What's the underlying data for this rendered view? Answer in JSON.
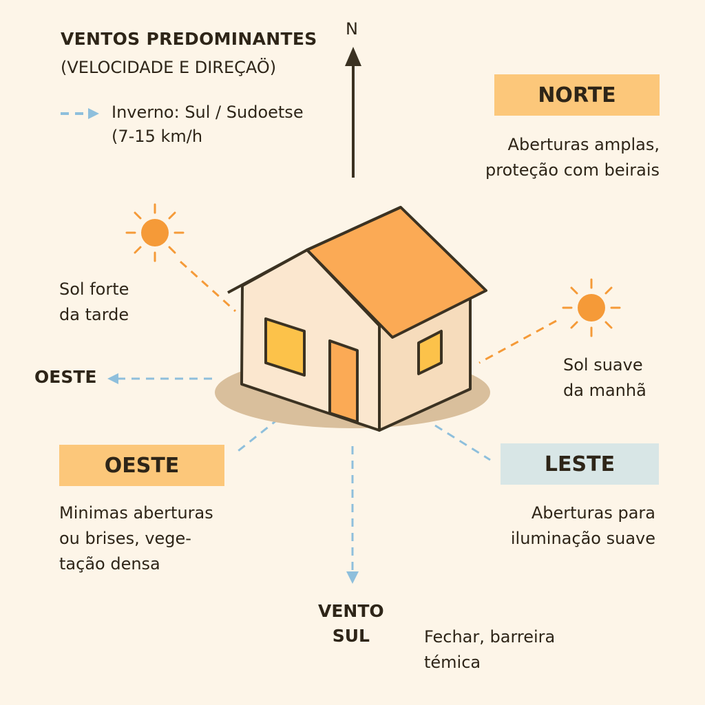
{
  "title": "VENTOS PREDOMINANTES",
  "subtitle": "(VELOCIDADE E DIREÇAÖ)",
  "legend": {
    "line1": "Inverno: Sul / Sudoetse",
    "line2": "(7-15 km/h",
    "arrow_icon": "dashed-arrow-icon"
  },
  "compass": {
    "north_label": "N"
  },
  "norte": {
    "label": "NORTE",
    "line1": "Aberturas amplas,",
    "line2": "proteção com beirais"
  },
  "sun_west": {
    "line1": "Sol forte",
    "line2": "da tarde"
  },
  "sun_east": {
    "line1": "Sol suave",
    "line2": "da manhã"
  },
  "oeste_arrow_label": "OESTE",
  "oeste": {
    "label": "OESTE",
    "line1": "Minimas aberturas",
    "line2": "ou brises, vege-",
    "line3": "tação densa"
  },
  "leste": {
    "label": "LESTE",
    "line1": "Aberturas para",
    "line2": "iluminação suave"
  },
  "vento_sul": {
    "line1": "VENTO",
    "line2": "SUL"
  },
  "sul": {
    "line1": "Fechar, barreira",
    "line2": "témica"
  },
  "colors": {
    "background": "#fdf5e8",
    "roof": "#fbaa55",
    "wall": "#fbe7cf",
    "window": "#fcc24a",
    "outline": "#3b3222",
    "wind": "#8ebfdc",
    "sun": "#f59a38",
    "badge_orange": "#fcc77a",
    "badge_blue": "#d8e6e6"
  }
}
